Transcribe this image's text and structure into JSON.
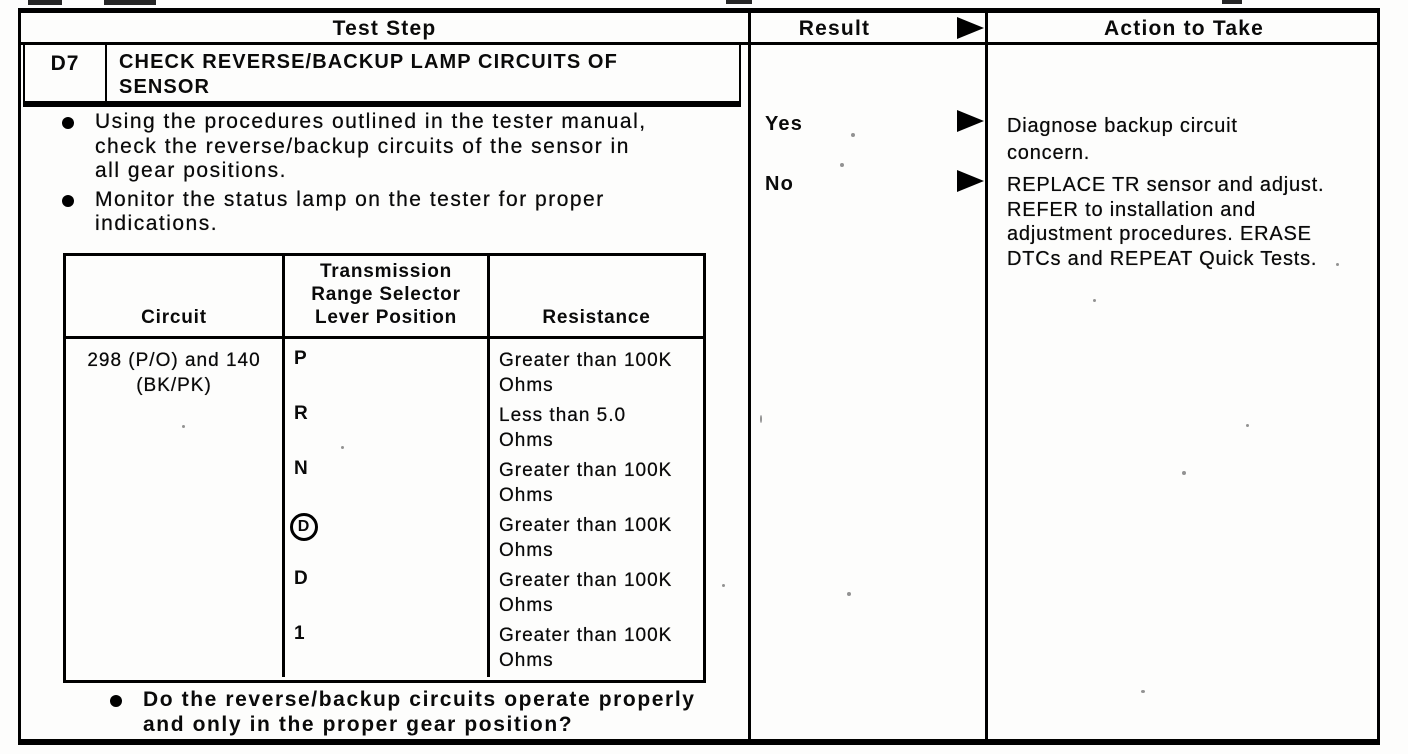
{
  "colors": {
    "ink": "#000000",
    "paper": "#fdfdfc"
  },
  "header": {
    "test_step": "Test Step",
    "result": "Result",
    "action_to_take": "Action to Take",
    "result_arrow_icon": "right-triangle"
  },
  "test_step": {
    "step_id": "D7",
    "title_lines": [
      "CHECK REVERSE/BACKUP LAMP CIRCUITS OF",
      "SENSOR"
    ],
    "bullet_1_lines": [
      "Using the procedures outlined in the tester manual,",
      "check the reverse/backup circuits of the sensor in",
      "all gear positions."
    ],
    "bullet_2_lines": [
      "Monitor the status lamp on the tester for proper",
      "indications."
    ],
    "question_lines": [
      "Do the reverse/backup circuits operate properly",
      "and only in the proper gear position?"
    ]
  },
  "spec_table": {
    "col_circuit": "Circuit",
    "col_position_lines": [
      "Transmission",
      "Range Selector",
      "Lever Position"
    ],
    "col_resistance": "Resistance",
    "circuit_lines": [
      "298 (P/O) and 140",
      "(BK/PK)"
    ],
    "rows": [
      {
        "position": "P",
        "circled": false,
        "resistance_lines": [
          "Greater than 100K",
          "Ohms"
        ]
      },
      {
        "position": "R",
        "circled": false,
        "resistance_lines": [
          "Less than 5.0",
          "Ohms"
        ]
      },
      {
        "position": "N",
        "circled": false,
        "resistance_lines": [
          "Greater than 100K",
          "Ohms"
        ]
      },
      {
        "position": "D",
        "circled": true,
        "resistance_lines": [
          "Greater than 100K",
          "Ohms"
        ]
      },
      {
        "position": "D",
        "circled": false,
        "resistance_lines": [
          "Greater than 100K",
          "Ohms"
        ]
      },
      {
        "position": "1",
        "circled": false,
        "resistance_lines": [
          "Greater than 100K",
          "Ohms"
        ]
      }
    ]
  },
  "results": {
    "yes_label": "Yes",
    "no_label": "No",
    "yes_action_lines": [
      "Diagnose backup circuit",
      "concern."
    ],
    "no_action_lines": [
      "REPLACE TR sensor and adjust.",
      "REFER to installation and",
      "adjustment procedures. ERASE",
      "DTCs and REPEAT Quick Tests."
    ]
  }
}
